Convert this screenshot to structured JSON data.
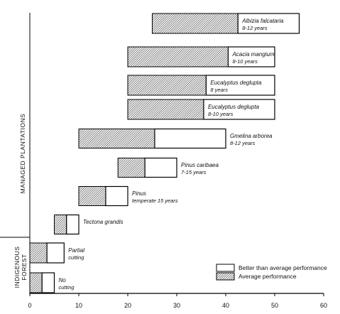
{
  "chart_data": {
    "type": "bar",
    "orientation": "horizontal",
    "stacked": true,
    "xlim": [
      0,
      60
    ],
    "xticks": [
      "0",
      "10",
      "20",
      "30",
      "40",
      "50",
      "60"
    ],
    "groups": [
      {
        "label": "MANAGED PLANTATIONS"
      },
      {
        "label_line1": "INDIGENOUS",
        "label_line2": "FOREST"
      }
    ],
    "series": [
      {
        "name": "Average performance",
        "pattern": "hatched"
      },
      {
        "name": "Better than average performance",
        "pattern": "white"
      }
    ],
    "bars": [
      {
        "group": 0,
        "name": "Albizia falcataria",
        "detail": "8-12 years",
        "label_inside": true,
        "start": 25,
        "average": 42.5,
        "better": 55
      },
      {
        "group": 0,
        "name": "Acacia mangium",
        "detail": "8-10 years",
        "label_inside": true,
        "start": 20,
        "average": 40.5,
        "better": 50
      },
      {
        "group": 0,
        "name": "Eucalyptus deglupta",
        "detail": "8 years",
        "label_inside": true,
        "start": 20,
        "average": 36,
        "better": 50
      },
      {
        "group": 0,
        "name": "Eucalyptus deglupta",
        "detail": "8-10 years",
        "label_inside": true,
        "start": 20,
        "average": 35.5,
        "better": 50
      },
      {
        "group": 0,
        "name": "Gmelina arborea",
        "detail": "8-12 years",
        "label_inside": false,
        "start": 10,
        "average": 25.5,
        "better": 40
      },
      {
        "group": 0,
        "name": "Pinus caribaea",
        "detail": "7-15 years",
        "label_inside": false,
        "start": 18,
        "average": 23.5,
        "better": 30
      },
      {
        "group": 0,
        "name": "Pinus",
        "detail": "temperate 15 years",
        "label_inside": false,
        "start": 10,
        "average": 15.5,
        "better": 20
      },
      {
        "group": 0,
        "name": "Tectona grandis",
        "detail": "",
        "label_inside": false,
        "start": 5,
        "average": 7.5,
        "better": 10
      },
      {
        "group": 1,
        "name": "Partial",
        "detail": "cutting",
        "label_inside": false,
        "start": 0,
        "average": 3.5,
        "better": 7
      },
      {
        "group": 1,
        "name": "No",
        "detail": "cutting",
        "label_inside": false,
        "start": 0,
        "average": 2.5,
        "better": 5
      }
    ],
    "legend": {
      "position": "bottom-right",
      "entries": [
        {
          "label": "Better than average performance",
          "pattern": "white"
        },
        {
          "label": "Average performance",
          "pattern": "hatched"
        }
      ]
    }
  }
}
